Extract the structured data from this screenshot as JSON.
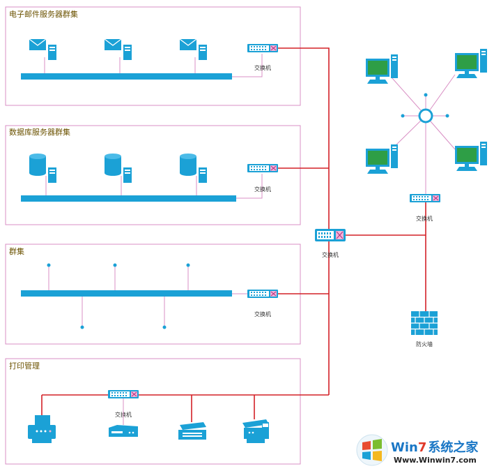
{
  "zones": {
    "email": {
      "title": "电子邮件服务器群集"
    },
    "database": {
      "title": "数据库服务器群集"
    },
    "cluster": {
      "title": "群集"
    },
    "print": {
      "title": "打印管理"
    }
  },
  "labels": {
    "switch": "交换机",
    "firewall": "防火墙"
  },
  "watermark": {
    "brand_win": "Win",
    "brand_seven": "7",
    "brand_cn": "系统之家",
    "url": "Www.Winwin7.com"
  },
  "colors": {
    "zone_border": "#d98fc4",
    "backbone": "#d32027",
    "device": "#1ba1d6",
    "thin_link": "#d98fc4",
    "monitor_screen": "#2e9e46"
  }
}
